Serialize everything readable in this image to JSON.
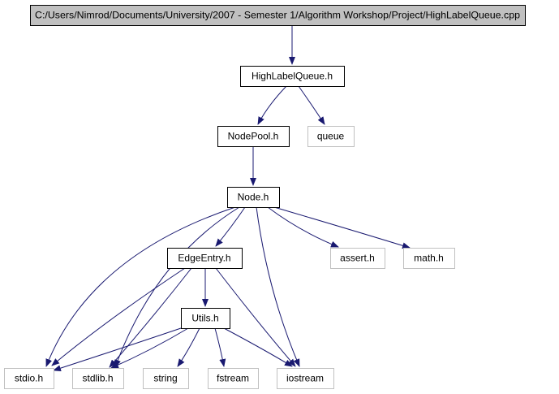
{
  "colors": {
    "edge": "#191970",
    "root_fill": "#c0c0c0",
    "node_border": "#000000",
    "external_border": "#c0c0c0",
    "background": "#ffffff"
  },
  "nodes": [
    {
      "id": "root",
      "label": "C:/Users/Nimrod/Documents/University/2007 - Semester 1/Algorithm Workshop/Project/HighLabelQueue.cpp",
      "kind": "root"
    },
    {
      "id": "highlabelqueue",
      "label": "HighLabelQueue.h",
      "kind": "header"
    },
    {
      "id": "nodepool",
      "label": "NodePool.h",
      "kind": "header"
    },
    {
      "id": "queue",
      "label": "queue",
      "kind": "external"
    },
    {
      "id": "node",
      "label": "Node.h",
      "kind": "header"
    },
    {
      "id": "edgeentry",
      "label": "EdgeEntry.h",
      "kind": "header"
    },
    {
      "id": "assert",
      "label": "assert.h",
      "kind": "external"
    },
    {
      "id": "math",
      "label": "math.h",
      "kind": "external"
    },
    {
      "id": "utils",
      "label": "Utils.h",
      "kind": "header"
    },
    {
      "id": "stdio",
      "label": "stdio.h",
      "kind": "external"
    },
    {
      "id": "stdlib",
      "label": "stdlib.h",
      "kind": "external"
    },
    {
      "id": "string",
      "label": "string",
      "kind": "external"
    },
    {
      "id": "fstream",
      "label": "fstream",
      "kind": "external"
    },
    {
      "id": "iostream",
      "label": "iostream",
      "kind": "external"
    }
  ],
  "edges": [
    {
      "from": "root",
      "to": "highlabelqueue"
    },
    {
      "from": "highlabelqueue",
      "to": "nodepool"
    },
    {
      "from": "highlabelqueue",
      "to": "queue"
    },
    {
      "from": "nodepool",
      "to": "node"
    },
    {
      "from": "node",
      "to": "edgeentry"
    },
    {
      "from": "node",
      "to": "assert"
    },
    {
      "from": "node",
      "to": "math"
    },
    {
      "from": "node",
      "to": "stdio"
    },
    {
      "from": "node",
      "to": "stdlib"
    },
    {
      "from": "node",
      "to": "iostream"
    },
    {
      "from": "edgeentry",
      "to": "utils"
    },
    {
      "from": "edgeentry",
      "to": "stdio"
    },
    {
      "from": "edgeentry",
      "to": "stdlib"
    },
    {
      "from": "edgeentry",
      "to": "iostream"
    },
    {
      "from": "utils",
      "to": "stdio"
    },
    {
      "from": "utils",
      "to": "stdlib"
    },
    {
      "from": "utils",
      "to": "string"
    },
    {
      "from": "utils",
      "to": "fstream"
    },
    {
      "from": "utils",
      "to": "iostream"
    }
  ]
}
